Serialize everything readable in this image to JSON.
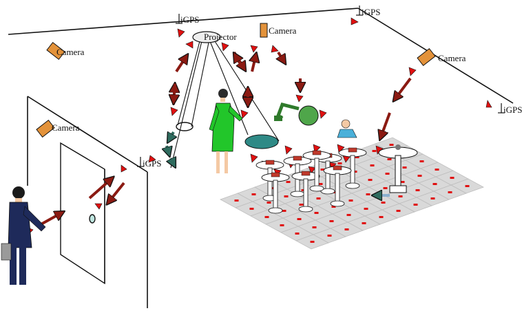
{
  "labels": {
    "gps_top_left": "iGPS",
    "gps_top_right": "iGPS",
    "gps_right": "iGPS",
    "gps_wall": "iGPS",
    "projector": "Projector",
    "camera_top": "Camera",
    "camera_left": "Camera",
    "camera_right": "Camera",
    "camera_wall": "Camera"
  },
  "colors": {
    "line": "#111111",
    "arrow_red": "#8b1a12",
    "arrow_teal": "#2e6b5e",
    "sensor_red": "#e01010",
    "camera_orange": "#e3923a",
    "floor_tile": "#d9d9d9",
    "robot_green": "#4fa64a",
    "woman_dress": "#22c62a",
    "door_handle_blue": "#bfe6e0"
  }
}
